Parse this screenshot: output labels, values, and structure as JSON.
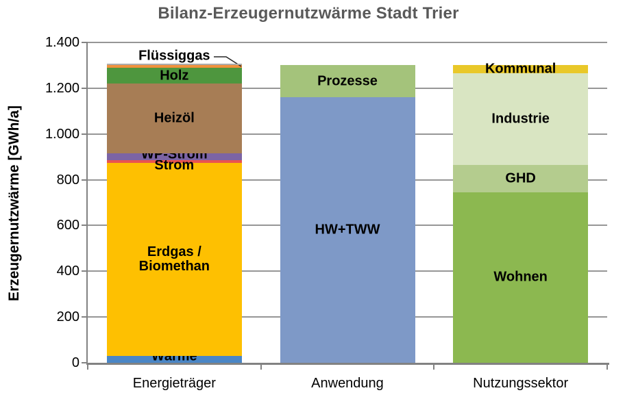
{
  "chart_data": {
    "type": "bar",
    "stacked": true,
    "title": "Bilanz-Erzeugernutzwärme Stadt Trier",
    "ylabel": "Erzeugernutzwärme [GWh/a]",
    "xlabel": "",
    "ylim": [
      0,
      1400
    ],
    "ytick_step": 200,
    "ytick_labels": [
      "0",
      "200",
      "400",
      "600",
      "800",
      "1.000",
      "1.200",
      "1.400"
    ],
    "grid": true,
    "legend": "none (segments labelled inline)",
    "categories": [
      "Energieträger",
      "Anwendung",
      "Nutzungssektor"
    ],
    "bars": [
      {
        "category": "Energieträger",
        "total": 1300,
        "top_strip_color": "#ACACAC",
        "segments": [
          {
            "label": "Wärme",
            "value": 30,
            "color": "#4A86C6",
            "label_dy": -4
          },
          {
            "label": "Erdgas /\nBiomethan",
            "value": 843,
            "color": "#FEC001"
          },
          {
            "label": "Strom",
            "value": 12,
            "color": "#E95450",
            "label_dy": 6
          },
          {
            "label": "WP-Strom",
            "value": 30,
            "color": "#7C64A5",
            "label_dy": -3
          },
          {
            "label": "Heizöl",
            "value": 305,
            "color": "#A77D55"
          },
          {
            "label": "Holz",
            "value": 68,
            "color": "#4E963E"
          },
          {
            "label": "Flüssiggas",
            "value": 12,
            "color": "#F0913C",
            "callout": true
          }
        ]
      },
      {
        "category": "Anwendung",
        "total": 1300,
        "segments": [
          {
            "label": "HW+TWW",
            "value": 1160,
            "color": "#7E99C7"
          },
          {
            "label": "Prozesse",
            "value": 140,
            "color": "#A4C37B"
          }
        ]
      },
      {
        "category": "Nutzungssektor",
        "total": 1300,
        "segments": [
          {
            "label": "Wohnen",
            "value": 745,
            "color": "#8CB850"
          },
          {
            "label": "GHD",
            "value": 120,
            "color": "#B4CC8E"
          },
          {
            "label": "Industrie",
            "value": 400,
            "color": "#D9E5C2"
          },
          {
            "label": "Kommunal",
            "value": 35,
            "color": "#E9C829"
          }
        ]
      }
    ],
    "colors": {
      "title_text": "#595959",
      "axis_line": "#828282",
      "gridline": "#969696",
      "label_text": "#000000",
      "background": "#FFFFFF",
      "callout_line": "#262626"
    }
  }
}
